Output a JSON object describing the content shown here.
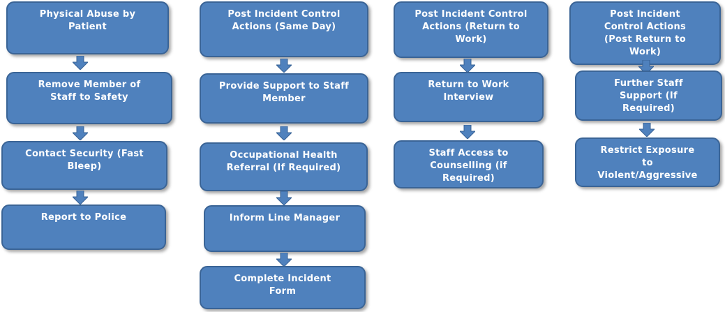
{
  "columns": [
    {
      "name": "physical-abuse",
      "boxes": [
        "Physical Abuse by\nPatient",
        "Remove Member of\nStaff to Safety",
        "Contact Security (Fast\nBleep)",
        "Report to Police"
      ]
    },
    {
      "name": "same-day",
      "boxes": [
        "Post Incident Control\nActions (Same Day)",
        "Provide Support to Staff\nMember",
        "Occupational Health\nReferral (If Required)",
        "Inform Line Manager",
        "Complete Incident\nForm"
      ]
    },
    {
      "name": "return-to-work",
      "boxes": [
        "Post Incident Control\nActions (Return to\nWork)",
        "Return to Work\nInterview",
        "Staff Access to\nCounselling (if\nRequired)"
      ]
    },
    {
      "name": "post-return",
      "boxes": [
        "Post Incident\nControl Actions\n(Post Return to\nWork)",
        "Further Staff\nSupport (If\nRequired)",
        "Restrict Exposure\nto\nViolent/Aggressive"
      ]
    }
  ],
  "colors": {
    "box_fill": "#4f81bd",
    "box_border": "#3a6496",
    "text": "#ffffff",
    "arrow_fill": "#4f81bd"
  }
}
